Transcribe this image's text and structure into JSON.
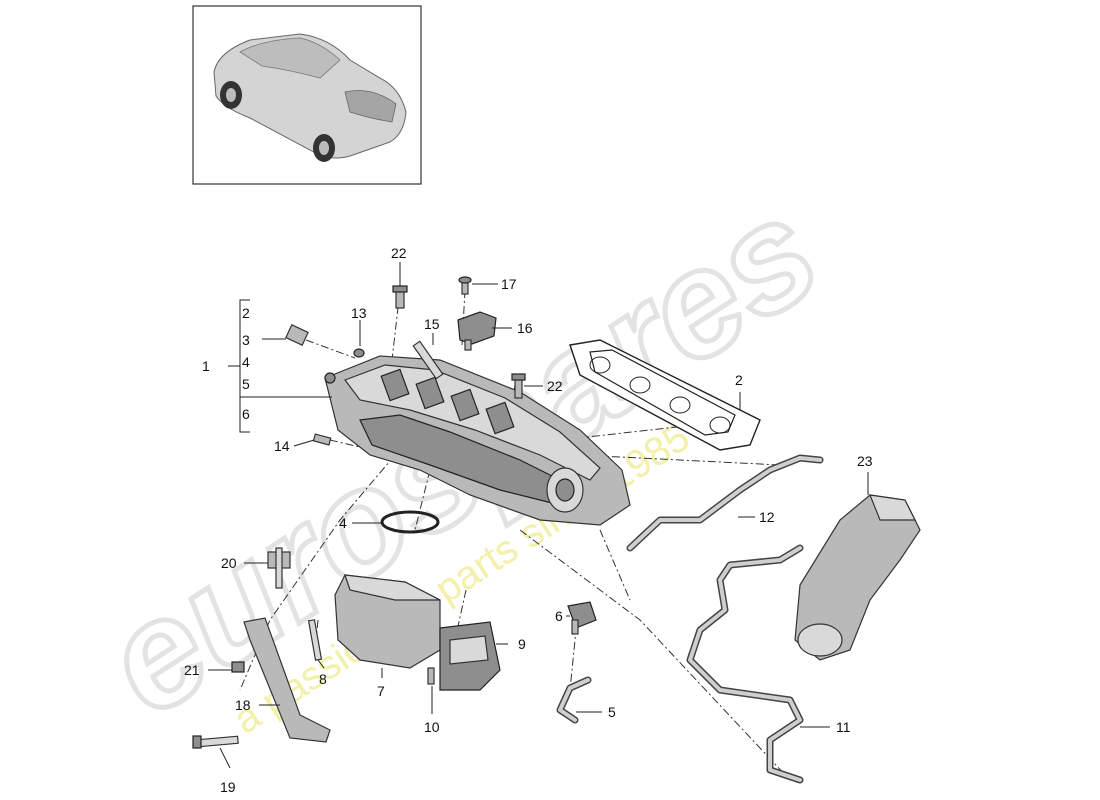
{
  "watermark": {
    "brand": "eurospares",
    "tagline": "a passion for parts since 1985"
  },
  "thumbnail": {
    "subject": "car-rear-three-quarter-view"
  },
  "callouts": [
    {
      "id": "c1",
      "label": "1"
    },
    {
      "id": "c2a",
      "label": "2"
    },
    {
      "id": "c3",
      "label": "3"
    },
    {
      "id": "c4a",
      "label": "4"
    },
    {
      "id": "c5a",
      "label": "5"
    },
    {
      "id": "c6a",
      "label": "6"
    },
    {
      "id": "c13",
      "label": "13"
    },
    {
      "id": "c22a",
      "label": "22"
    },
    {
      "id": "c15",
      "label": "15"
    },
    {
      "id": "c17",
      "label": "17"
    },
    {
      "id": "c16",
      "label": "16"
    },
    {
      "id": "c22b",
      "label": "22"
    },
    {
      "id": "c2b",
      "label": "2"
    },
    {
      "id": "c14",
      "label": "14"
    },
    {
      "id": "c23",
      "label": "23"
    },
    {
      "id": "c12",
      "label": "12"
    },
    {
      "id": "c4b",
      "label": "4"
    },
    {
      "id": "c20",
      "label": "20"
    },
    {
      "id": "c6b",
      "label": "6"
    },
    {
      "id": "c9",
      "label": "9"
    },
    {
      "id": "c21",
      "label": "21"
    },
    {
      "id": "c8",
      "label": "8"
    },
    {
      "id": "c7",
      "label": "7"
    },
    {
      "id": "c18",
      "label": "18"
    },
    {
      "id": "c10",
      "label": "10"
    },
    {
      "id": "c5b",
      "label": "5"
    },
    {
      "id": "c11",
      "label": "11"
    },
    {
      "id": "c19",
      "label": "19"
    }
  ]
}
